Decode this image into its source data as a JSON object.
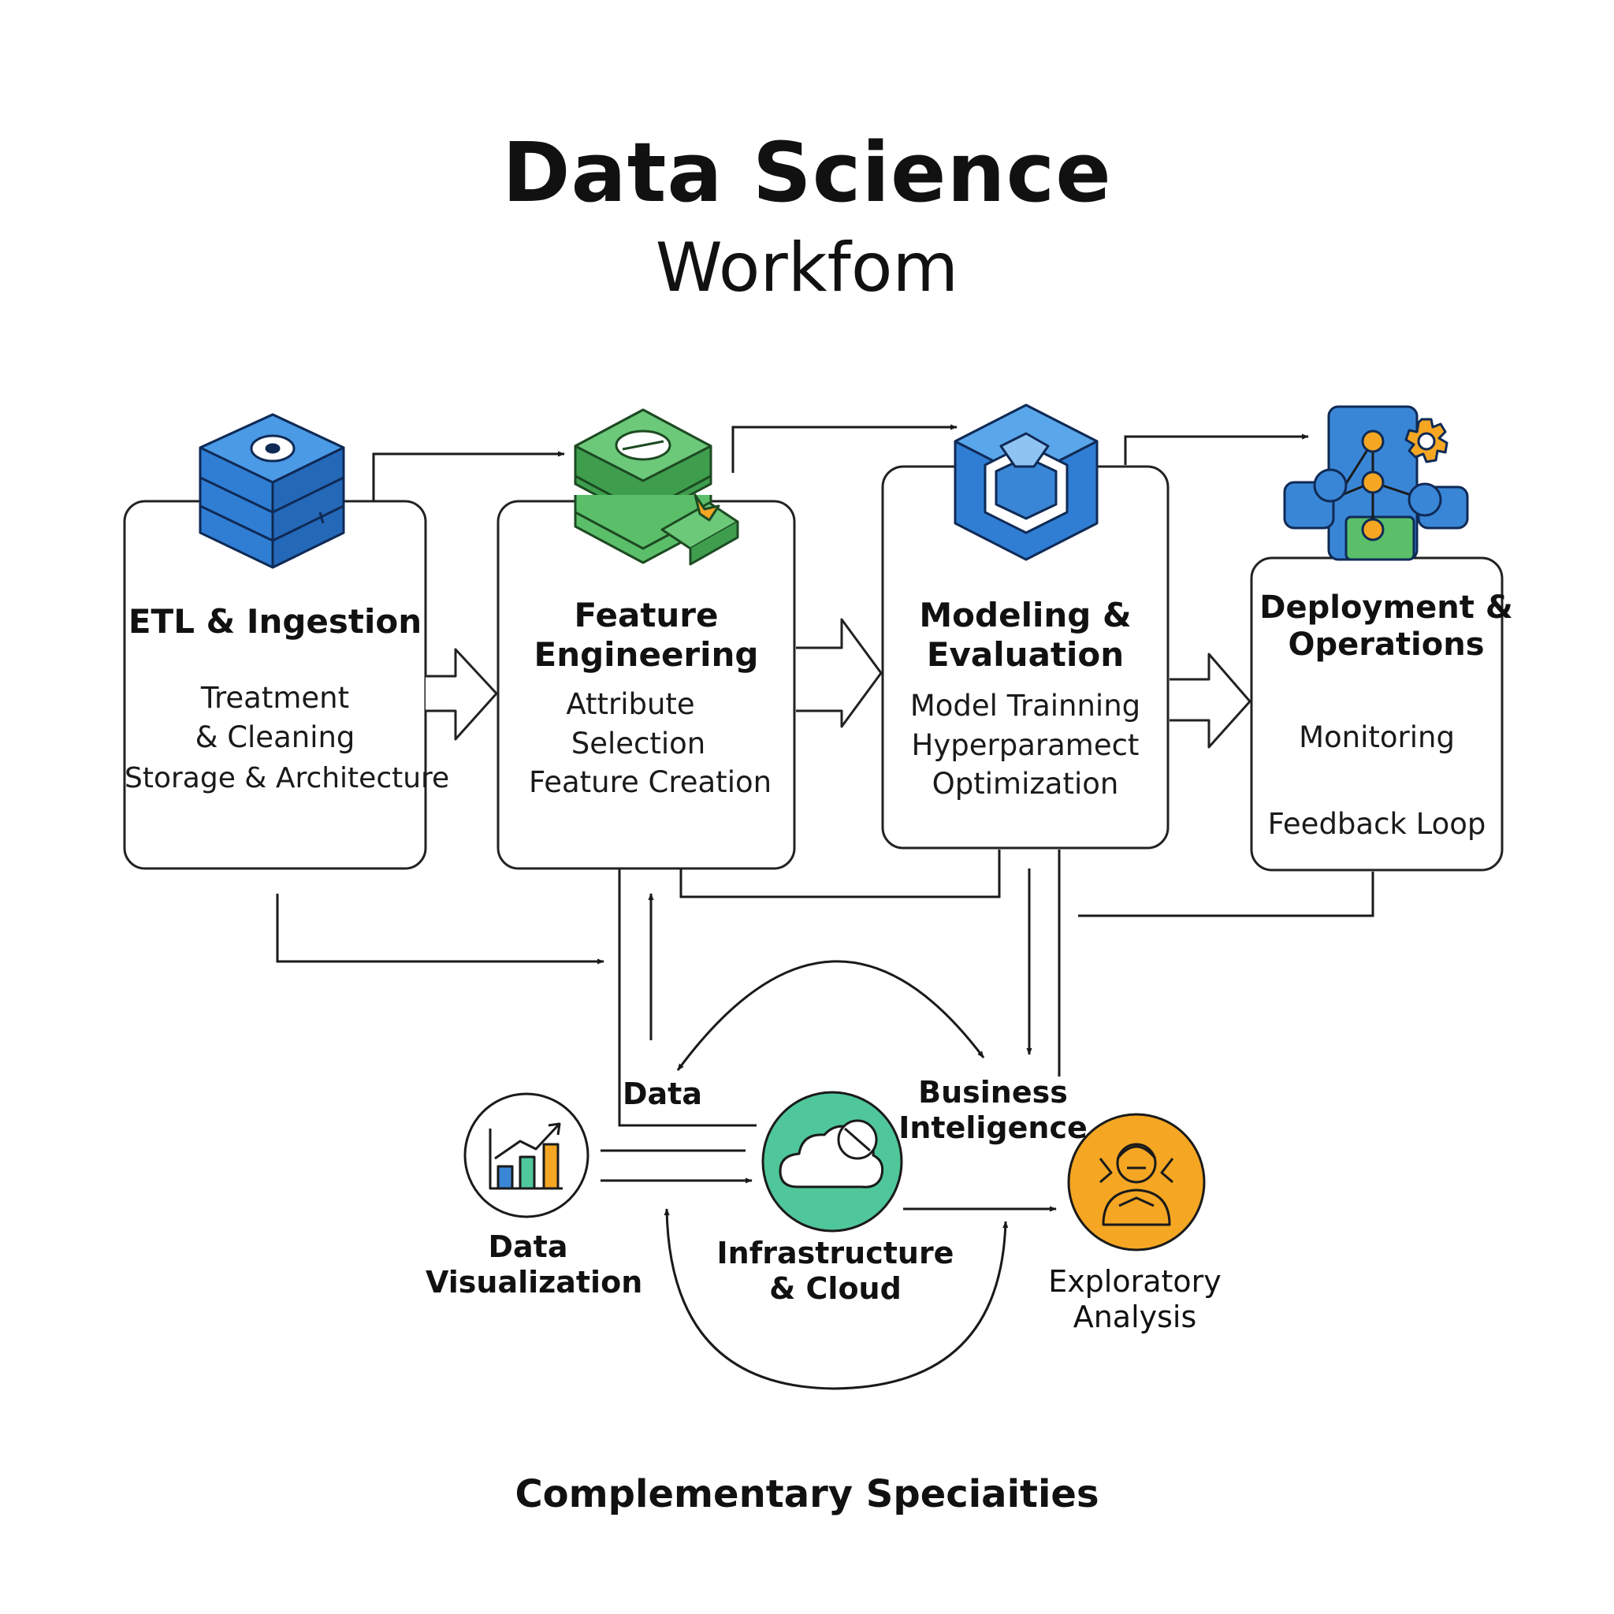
{
  "header": {
    "title": "Data Science",
    "subtitle": "Workfom"
  },
  "stages": [
    {
      "title_lines": [
        "ETL & Ingestion"
      ],
      "items": [
        "Treatment",
        "& Cleaning",
        "Storage & Architecture"
      ]
    },
    {
      "title_lines": [
        "Feature",
        "Engineering"
      ],
      "items": [
        "Attribute",
        "Selection",
        "Feature Creation"
      ]
    },
    {
      "title_lines": [
        "Modeling &",
        "Evaluation"
      ],
      "items": [
        "Model Trainning",
        "Hyperparamect",
        "Optimization"
      ]
    },
    {
      "title_lines": [
        "Deployment &",
        "Operations"
      ],
      "items": [
        "Monitoring",
        "Feedback Loop"
      ]
    }
  ],
  "specialties": {
    "data_label": "Data",
    "business_intelligence": [
      "Business",
      "Inteligence"
    ],
    "data_visualization": [
      "Data",
      "Visualization"
    ],
    "infrastructure_cloud": [
      "Infrastructure",
      "& Cloud"
    ],
    "exploratory_analysis": [
      "Exploratory",
      "Analysis"
    ]
  },
  "footer": {
    "label": "Complementary Speciaities"
  },
  "colors": {
    "blue": "#3a86d6",
    "green": "#5bbf6a",
    "teal": "#4fc79a",
    "orange": "#f5a623",
    "line": "#1a1a1a"
  },
  "icons": [
    "database-cube-icon",
    "feature-layers-icon",
    "model-cube-icon",
    "deployment-network-icon",
    "bar-chart-icon",
    "cloud-icon",
    "analyst-icon"
  ]
}
